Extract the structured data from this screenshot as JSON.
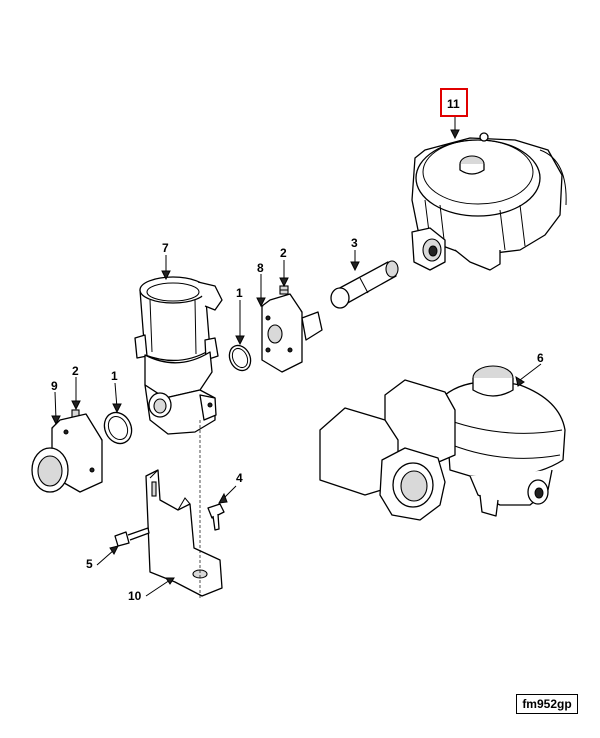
{
  "callouts": {
    "c1a": "1",
    "c1b": "1",
    "c2a": "2",
    "c2b": "2",
    "c3": "3",
    "c4": "4",
    "c5": "5",
    "c6": "6",
    "c7": "7",
    "c8": "8",
    "c9": "9",
    "c10": "10",
    "c11": "11"
  },
  "figure_ref": "fm952gp",
  "colors": {
    "highlight": "#e00000",
    "line": "#000000"
  }
}
